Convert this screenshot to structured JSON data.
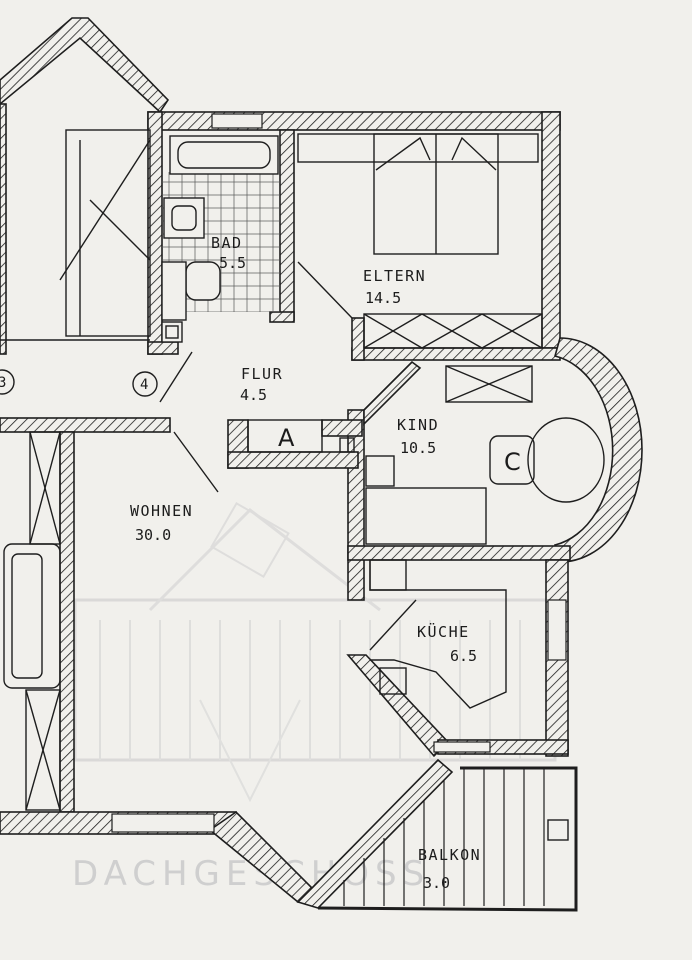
{
  "plan": {
    "colors": {
      "wall": "#1e1e1e",
      "paper": "#f1f0ec",
      "ghost": "#cfcfcf"
    },
    "rooms": {
      "bad": {
        "name": "BAD",
        "area": "5.5"
      },
      "eltern": {
        "name": "ELTERN",
        "area": "14.5"
      },
      "flur": {
        "name": "FLUR",
        "area": "4.5"
      },
      "kind": {
        "name": "KIND",
        "area": "10.5"
      },
      "wohnen": {
        "name": "WOHNEN",
        "area": "30.0"
      },
      "kueche": {
        "name": "KÜCHE",
        "area": "6.5"
      },
      "balkon": {
        "name": "BALKON",
        "area": "3.0"
      }
    },
    "markers": {
      "m3": "3",
      "m4": "4"
    },
    "labels": {
      "a": "A",
      "c": "C"
    },
    "ghost_text": "DACHGESCHOSS"
  }
}
